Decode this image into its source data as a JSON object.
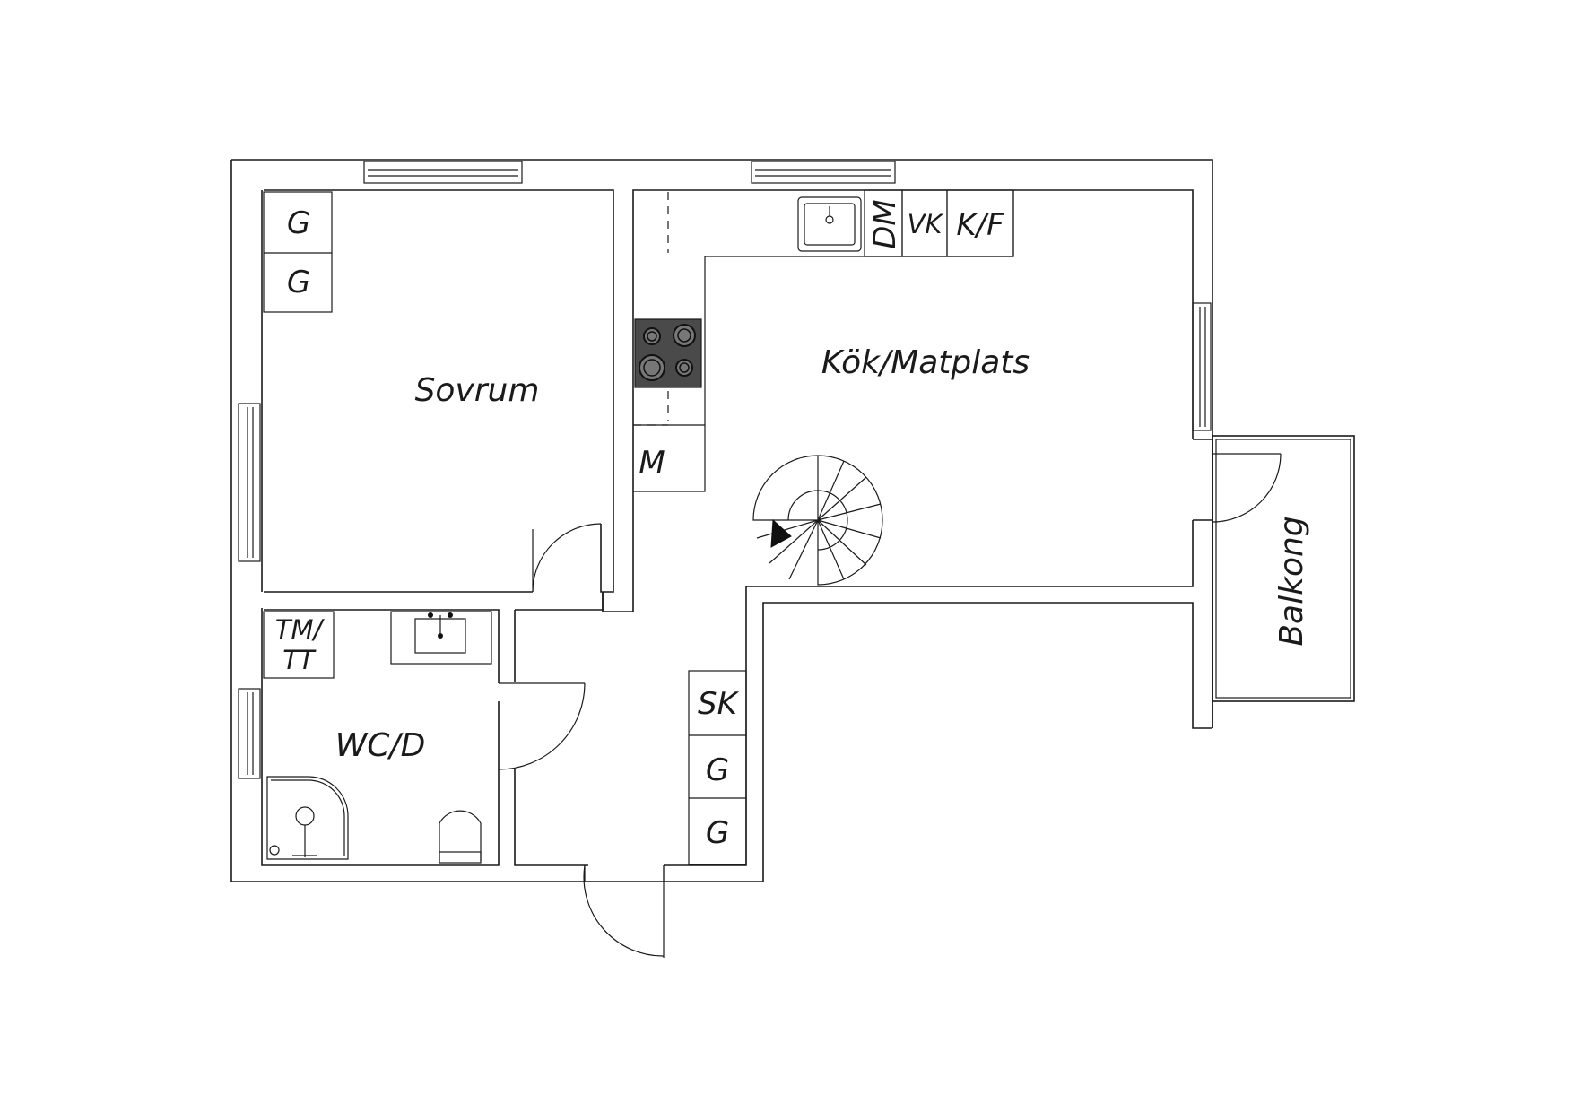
{
  "rooms": {
    "bedroom": "Sovrum",
    "kitchen": "Kök/Matplats",
    "bathroom": "WC/D",
    "balcony": "Balkong"
  },
  "fixtures": {
    "bedroom_wardrobe_1": "G",
    "bedroom_wardrobe_2": "G",
    "dishwasher": "DM",
    "water_heater": "VK",
    "fridge_freezer": "K/F",
    "microwave": "M",
    "washer_dryer_top": "TM/",
    "washer_dryer_bottom": "TT",
    "closet": "SK",
    "hall_wardrobe_1": "G",
    "hall_wardrobe_2": "G"
  },
  "colors": {
    "line": "#1a1a1a",
    "stove": "#4a4a4a",
    "background": "#ffffff"
  }
}
